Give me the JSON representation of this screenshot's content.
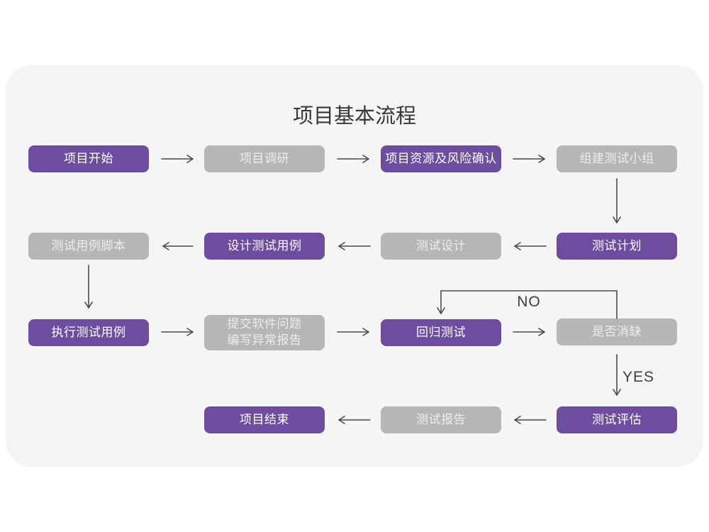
{
  "title": "项目基本流程",
  "edge_labels": {
    "no": "NO",
    "yes": "YES"
  },
  "colors": {
    "primary_box": "#6C4D9F",
    "secondary_box": "#B7B6B7",
    "box_text": "#FFFFFF",
    "card_background": "#F5F5F6",
    "arrow": "#4A4A4A",
    "title_text": "#383838"
  },
  "nodes": {
    "project_start": {
      "label": "项目开始",
      "variant": "primary"
    },
    "project_research": {
      "label": "项目调研",
      "variant": "secondary"
    },
    "resource_risk_confirm": {
      "label": "项目资源及风险确认",
      "variant": "primary"
    },
    "form_test_team": {
      "label": "组建测试小组",
      "variant": "secondary"
    },
    "test_case_script": {
      "label": "测试用例脚本",
      "variant": "secondary"
    },
    "design_test_cases": {
      "label": "设计测试用例",
      "variant": "primary"
    },
    "test_design": {
      "label": "测试设计",
      "variant": "secondary"
    },
    "test_plan": {
      "label": "测试计划",
      "variant": "primary"
    },
    "execute_test_cases": {
      "label": "执行测试用例",
      "variant": "primary"
    },
    "submit_issue_report": {
      "label": "提交软件问题\n编写异常报告",
      "variant": "secondary"
    },
    "regression_test": {
      "label": "回归测试",
      "variant": "primary"
    },
    "defect_cleared": {
      "label": "是否消缺",
      "variant": "secondary"
    },
    "project_end": {
      "label": "项目结束",
      "variant": "primary"
    },
    "test_report": {
      "label": "测试报告",
      "variant": "secondary"
    },
    "test_evaluation": {
      "label": "测试评估",
      "variant": "primary"
    }
  }
}
